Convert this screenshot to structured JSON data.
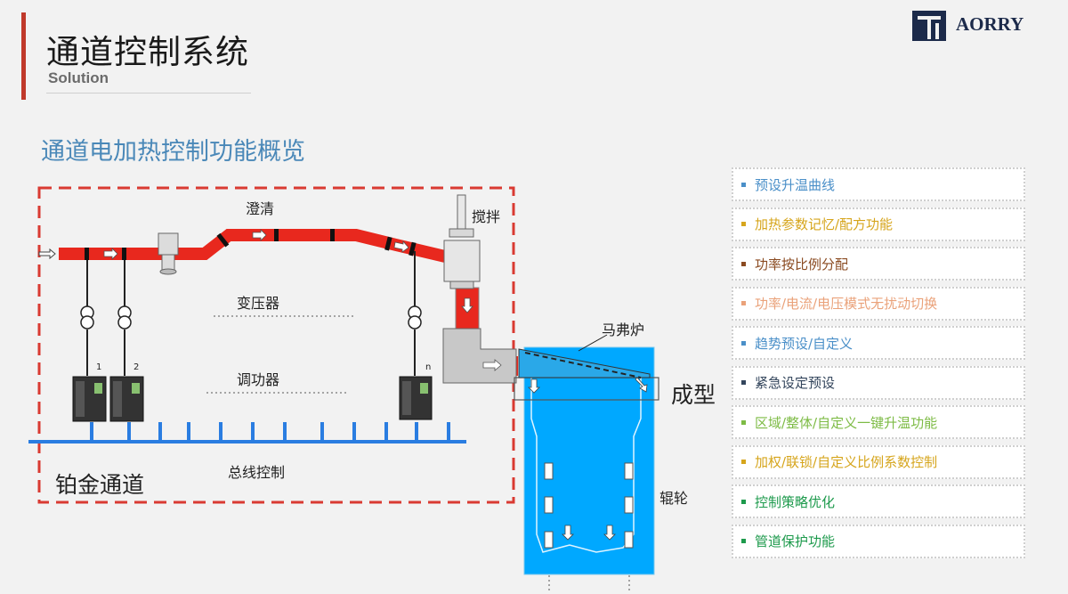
{
  "header": {
    "title": "通道控制系统",
    "subtitle": "Solution",
    "logo_text": "AORRY",
    "accent_color": "#c0392b"
  },
  "section": {
    "title": "通道电加热控制功能概览"
  },
  "diagram": {
    "labels": {
      "clarify": "澄清",
      "stir": "搅拌",
      "transformer": "变压器",
      "power_regulator": "调功器",
      "bus_control": "总线控制",
      "platinum_channel": "铂金通道",
      "muffle_furnace": "马弗炉",
      "forming": "成型",
      "roller": "辊轮",
      "unit_1": "1",
      "unit_2": "2",
      "unit_n": "n"
    },
    "colors": {
      "channel": "#e8281e",
      "enclosure": "#d93a32",
      "bus": "#2a7de1",
      "furnace": "#00a8ff"
    }
  },
  "functions": [
    {
      "label": "预设升温曲线",
      "color": "#4a8fc8"
    },
    {
      "label": "加热参数记忆/配方功能",
      "color": "#d6a51c"
    },
    {
      "label": "功率按比例分配",
      "color": "#8a4a20"
    },
    {
      "label": "功率/电流/电压模式无扰动切换",
      "color": "#eaa27a"
    },
    {
      "label": "趋势预设/自定义",
      "color": "#4a8fc8"
    },
    {
      "label": "紧急设定预设",
      "color": "#33455c"
    },
    {
      "label": "区域/整体/自定义一键升温功能",
      "color": "#7dbb45"
    },
    {
      "label": "加权/联锁/自定义比例系数控制",
      "color": "#d6a51c"
    },
    {
      "label": "控制策略优化",
      "color": "#1d9a4c"
    },
    {
      "label": "管道保护功能",
      "color": "#1d9a4c"
    }
  ]
}
